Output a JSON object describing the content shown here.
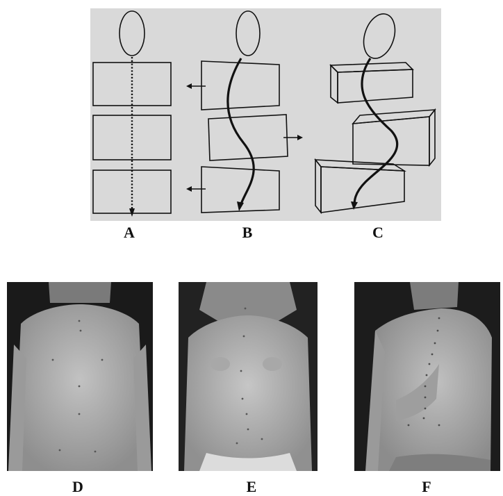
{
  "labels": {
    "a": "A",
    "b": "B",
    "c": "C",
    "d": "D",
    "e": "E",
    "f": "F"
  },
  "colors": {
    "diagram_background": "#d8d8d8",
    "line": "#111111",
    "photo_background": "#1a1a1a",
    "skin": "#b5b5b5"
  }
}
